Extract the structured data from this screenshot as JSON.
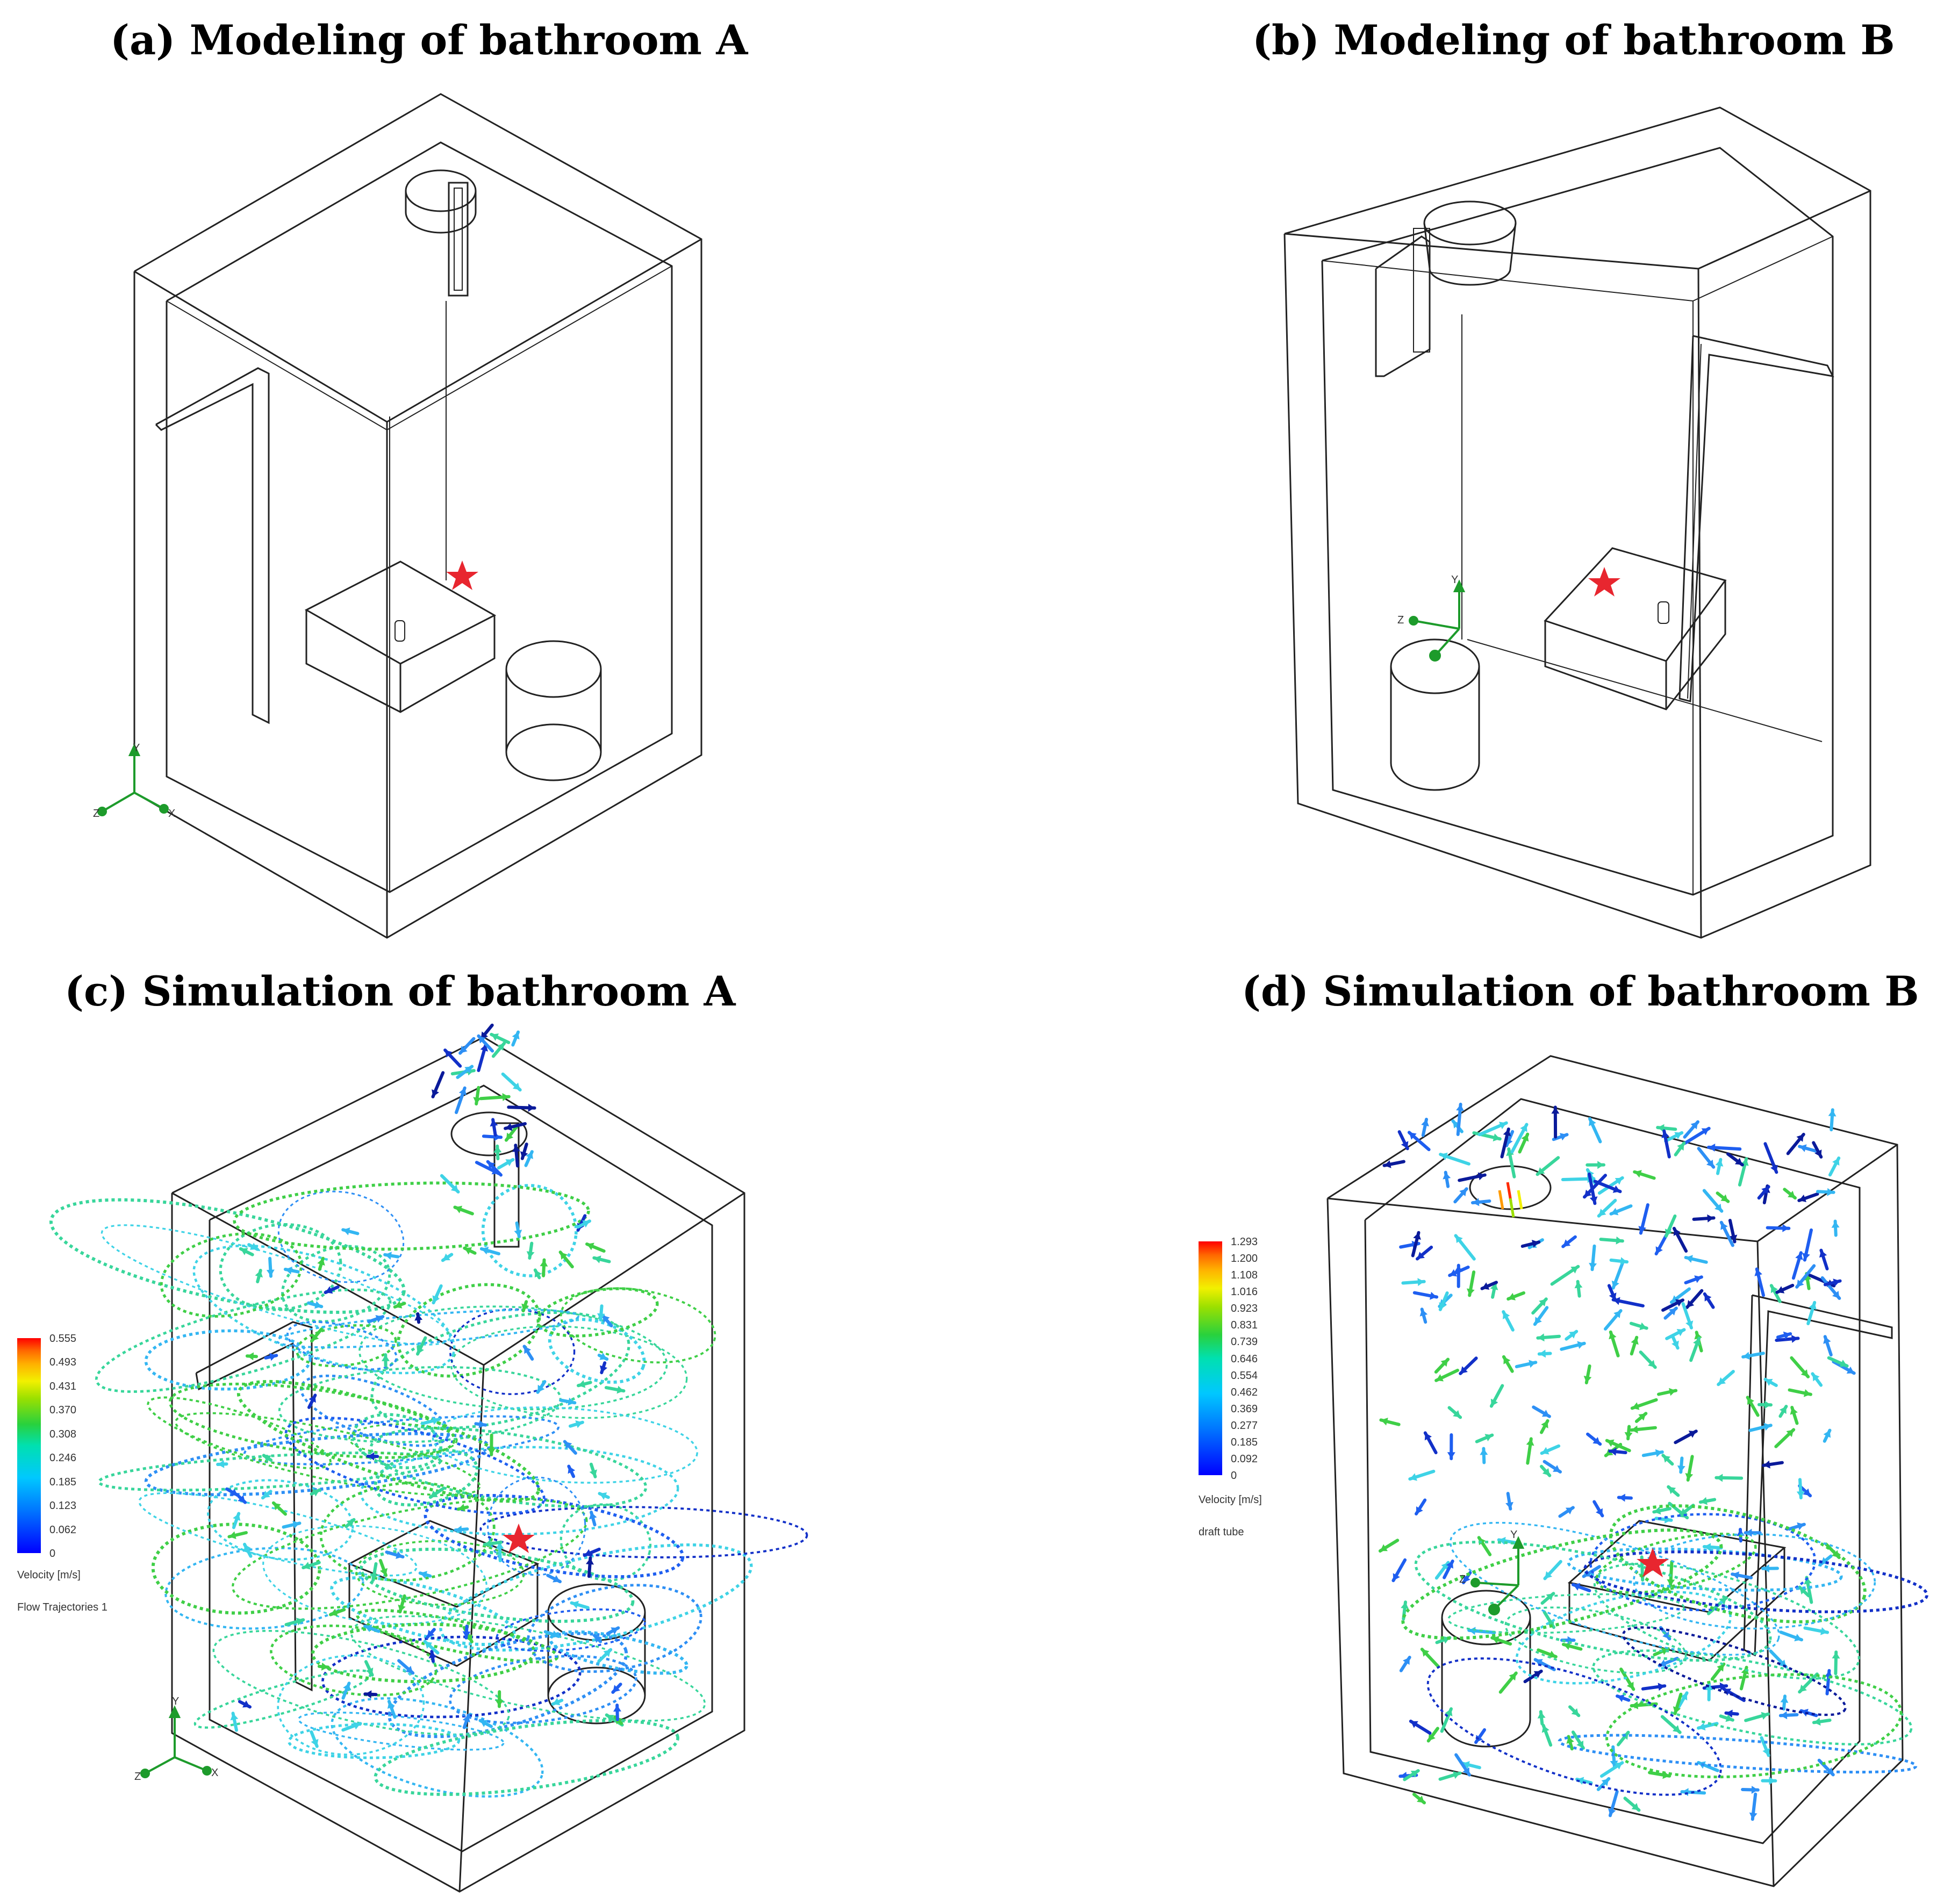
{
  "panels": {
    "a": {
      "title": "(a)  Modeling of bathroom A"
    },
    "b": {
      "title": "(b) Modeling of bathroom B"
    },
    "c": {
      "title": "(c) Simulation of bathroom A"
    },
    "d": {
      "title": "(d) Simulation of bathroom B"
    }
  },
  "axes": {
    "x": "X",
    "y": "Y",
    "z": "Z"
  },
  "legend_c": {
    "ticks": [
      "0.555",
      "0.493",
      "0.431",
      "0.370",
      "0.308",
      "0.246",
      "0.185",
      "0.123",
      "0.062",
      "0"
    ],
    "quantity": "Velocity [m/s]",
    "caption": "Flow Trajectories 1"
  },
  "legend_d": {
    "ticks": [
      "1.293",
      "1.200",
      "1.108",
      "1.016",
      "0.923",
      "0.831",
      "0.739",
      "0.646",
      "0.554",
      "0.462",
      "0.369",
      "0.277",
      "0.185",
      "0.092",
      "0"
    ],
    "quantity": "Velocity [m/s]",
    "caption": "draft tube"
  },
  "colors": {
    "marker": "#e8262f",
    "wire": "#222222",
    "axis": "#1d9b2b",
    "gradient": [
      "#0000ff",
      "#0077ff",
      "#00c8ff",
      "#00e0b0",
      "#29d13d",
      "#9be000",
      "#f2f000",
      "#ffb000",
      "#ff6a00",
      "#ff0000"
    ]
  }
}
